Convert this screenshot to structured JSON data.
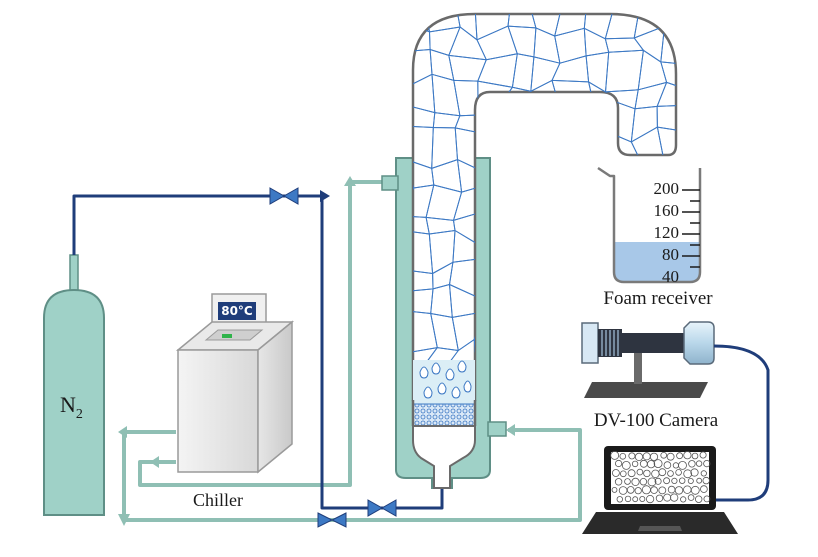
{
  "labels": {
    "gas": "N",
    "gas_sub": "2",
    "chiller": "Chiller",
    "chiller_display": "80°C",
    "foam_receiver": "Foam receiver",
    "camera": "DV-100 Camera"
  },
  "beaker_scale": [
    "200",
    "160",
    "120",
    "80",
    "40"
  ],
  "colors": {
    "gas_line": "#1f3d7a",
    "water_line": "#8fbfb4",
    "jacket": "#9fd1c7",
    "foam_cell": "#3d79c4",
    "liquid": "#a8c8e8"
  }
}
